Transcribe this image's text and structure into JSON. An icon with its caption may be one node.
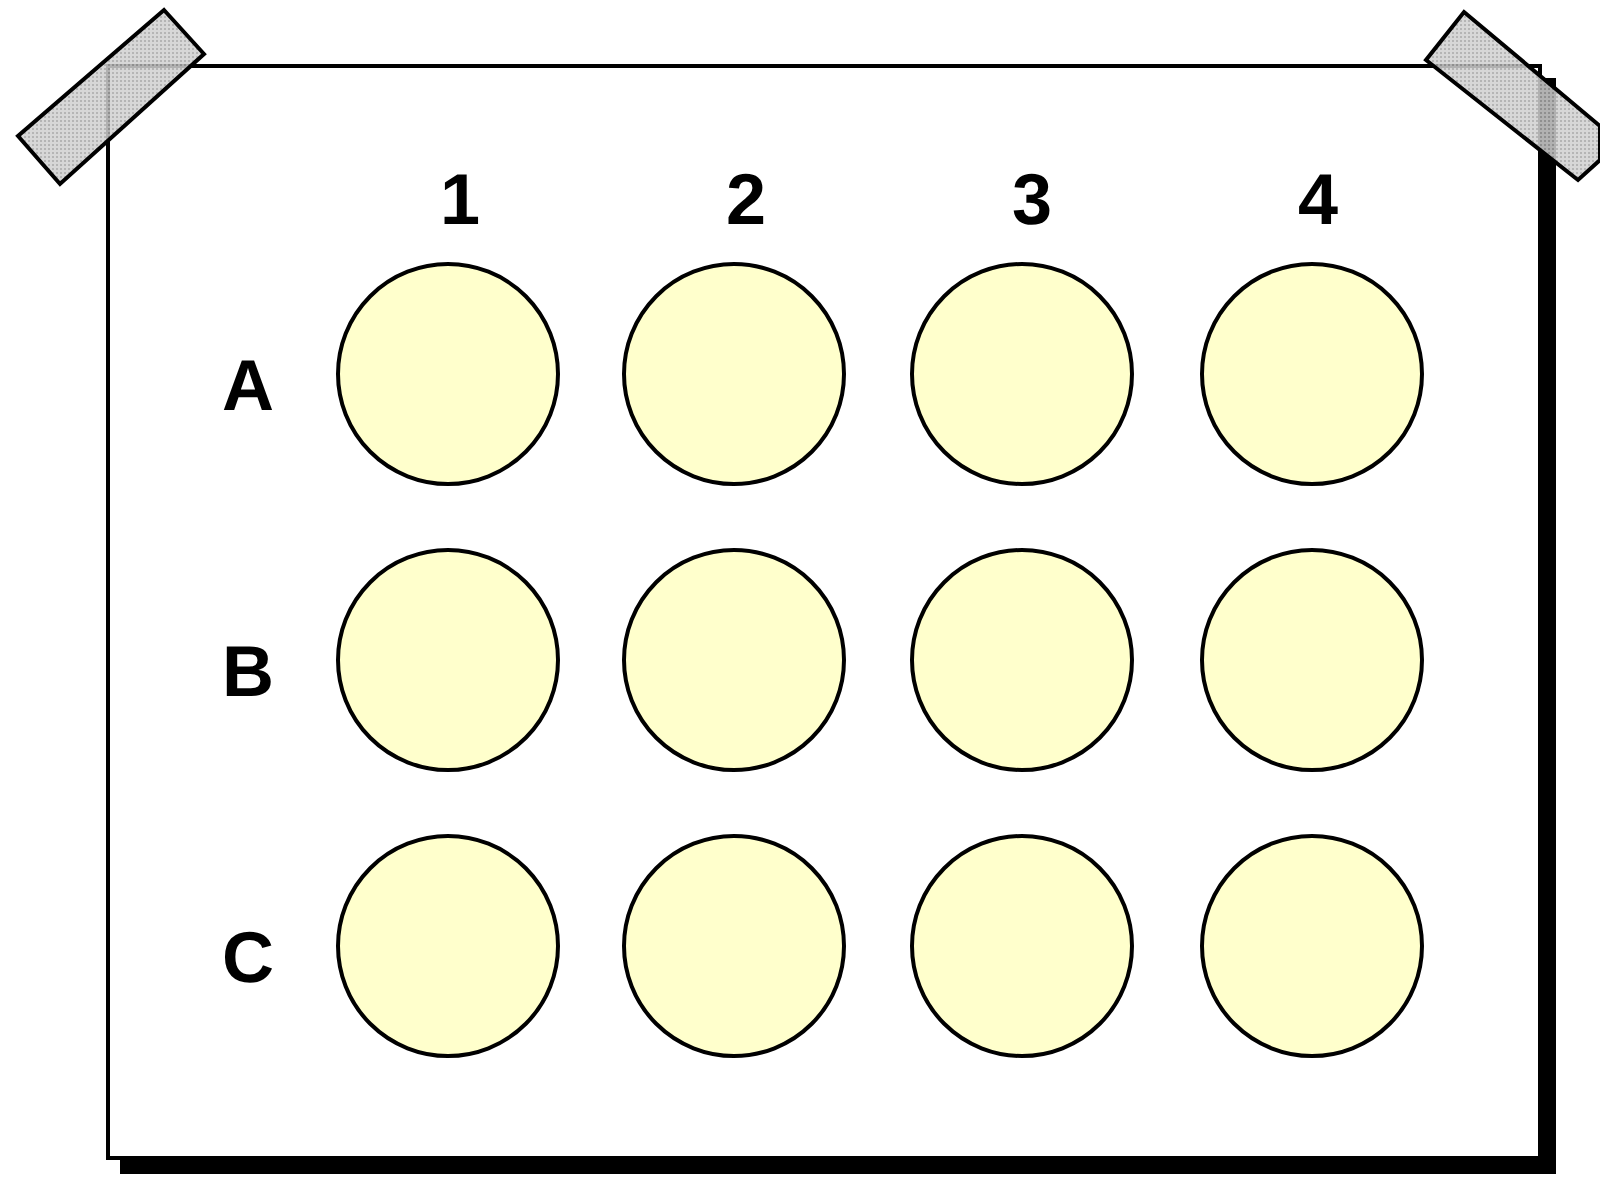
{
  "diagram": {
    "nodes": [
      {
        "text": [],
        "shape": "box"
      },
      {
        "text": [],
        "shape": "circle",
        "in": 0
      },
      {
        "text": [],
        "shape": "circle",
        "in": 0
      },
      {
        "text": [],
        "shape": "circle",
        "in": 0
      },
      {
        "text": [],
        "shape": "circle",
        "in": 0
      },
      {
        "text": [],
        "shape": "circle",
        "in": 0
      },
      {
        "text": [],
        "shape": "circle",
        "in": 0
      },
      {
        "text": [],
        "shape": "circle",
        "in": 0
      },
      {
        "text": [],
        "shape": "circle",
        "in": 0
      },
      {
        "text": [],
        "shape": "circle",
        "in": 0
      },
      {
        "text": [],
        "shape": "circle",
        "in": 0
      },
      {
        "text": [],
        "shape": "circle",
        "in": 0
      },
      {
        "text": [],
        "shape": "circle",
        "in": 0
      }
    ],
    "labels": [
      "1",
      "2",
      "3",
      "4",
      "A",
      "B",
      "C"
    ]
  }
}
